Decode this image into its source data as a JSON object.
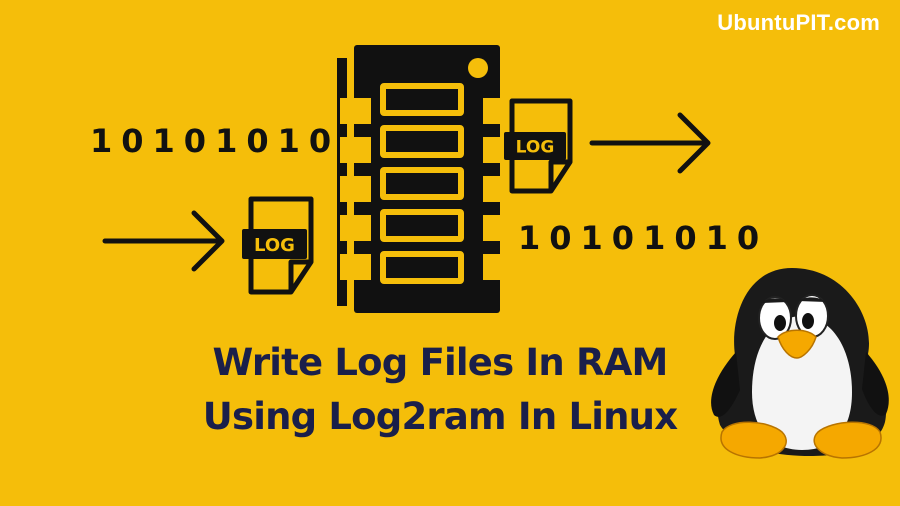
{
  "branding": {
    "site": "UbuntuPIT.com"
  },
  "binary": {
    "left": "10101010",
    "right": "10101010"
  },
  "log_label": "LOG",
  "title": {
    "line1": "Write Log Files In RAM",
    "line2": "Using Log2ram In Linux"
  },
  "colors": {
    "background": "#F5BE0A",
    "ink": "#111111",
    "title": "#1A1F4A",
    "white": "#FFFFFF",
    "beak": "#F5A800"
  },
  "icons": [
    "ram-chip-icon",
    "log-file-icon",
    "arrow-right-icon",
    "tux-penguin-icon"
  ]
}
